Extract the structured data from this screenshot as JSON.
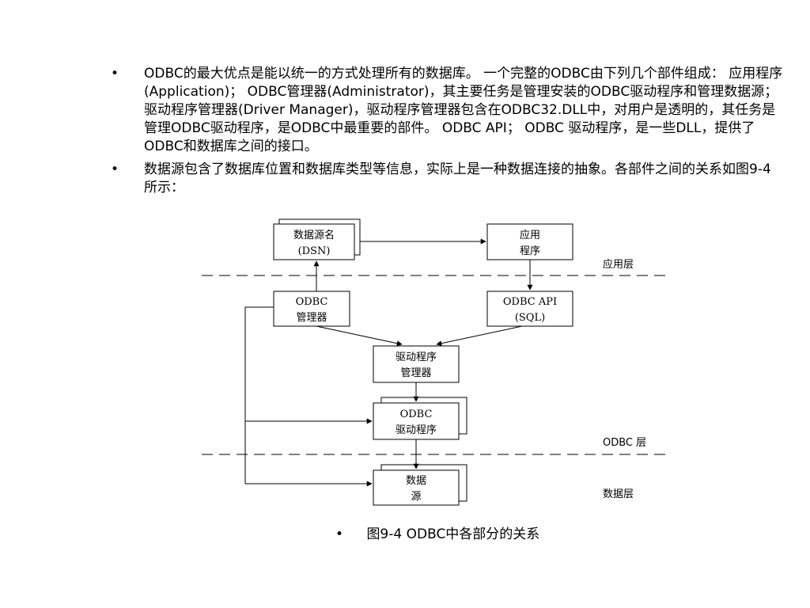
{
  "bullets": [
    {
      "text": "ODBC的最大优点是能以统一的方式处理所有的数据库。 一个完整的ODBC由下列几个部件组成： 应用程序(Application)； ODBC管理器(Administrator)，其主要任务是管理安装的ODBC驱动程序和管理数据源； 驱动程序管理器(Driver Manager)，驱动程序管理器包含在ODBC32.DLL中，对用户是透明的，其任务是管理ODBC驱动程序，是ODBC中最重要的部件。 ODBC API； ODBC 驱动程序，是一些DLL，提供了ODBC和数据库之间的接口。"
    },
    {
      "text": "数据源包含了数据库位置和数据库类型等信息，实际上是一种数据连接的抽象。各部件之间的关系如图9-4所示："
    }
  ],
  "bullet_symbol": "•",
  "diagram": {
    "boxes": {
      "dsn": [
        "数据源名",
        "(DSN)"
      ],
      "app": [
        "应用",
        "程序"
      ],
      "admin": [
        "ODBC",
        "管理器"
      ],
      "api": [
        "ODBC API",
        "(SQL)"
      ],
      "drvmgr": [
        "驱动程序",
        "管理器"
      ],
      "driver": [
        "ODBC",
        "驱动程序"
      ],
      "ds": [
        "数据",
        "源"
      ]
    },
    "layers": {
      "app": "应用层",
      "odbc": "ODBC 层",
      "data": "数据层"
    }
  },
  "caption": "图9-4 ODBC中各部分的关系"
}
